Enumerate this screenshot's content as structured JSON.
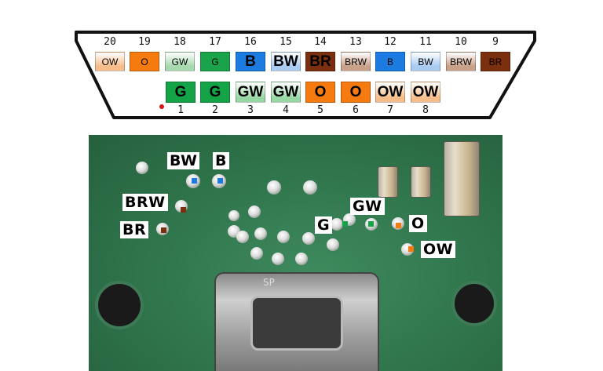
{
  "connector": {
    "top_row": [
      {
        "num": "20",
        "label": "OW",
        "color": "#f6bd8a",
        "style": "small"
      },
      {
        "num": "19",
        "label": "O",
        "color": "#f57a10",
        "style": "small"
      },
      {
        "num": "18",
        "label": "GW",
        "color": "#a7d9ae",
        "style": "small"
      },
      {
        "num": "17",
        "label": "G",
        "color": "#1aa34a",
        "style": "small"
      },
      {
        "num": "16",
        "label": "B",
        "color": "#1b7be0",
        "style": "big"
      },
      {
        "num": "15",
        "label": "BW",
        "color": "#a9cbf2",
        "style": "big"
      },
      {
        "num": "14",
        "label": "BR",
        "color": "#7a300e",
        "style": "big"
      },
      {
        "num": "13",
        "label": "BRW",
        "color": "#c9a189",
        "style": "small"
      },
      {
        "num": "12",
        "label": "B",
        "color": "#1b7be0",
        "style": "small"
      },
      {
        "num": "11",
        "label": "BW",
        "color": "#a9cbf2",
        "style": "small"
      },
      {
        "num": "10",
        "label": "BRW",
        "color": "#c9a189",
        "style": "small"
      },
      {
        "num": "9",
        "label": "BR",
        "color": "#7a300e",
        "style": "small"
      }
    ],
    "bottom_row": [
      {
        "num": "1",
        "label": "G",
        "color": "#14a347"
      },
      {
        "num": "2",
        "label": "G",
        "color": "#14a347"
      },
      {
        "num": "3",
        "label": "GW",
        "color": "#97d7a3"
      },
      {
        "num": "4",
        "label": "GW",
        "color": "#97d7a3"
      },
      {
        "num": "5",
        "label": "O",
        "color": "#f57a10"
      },
      {
        "num": "6",
        "label": "O",
        "color": "#f57a10"
      },
      {
        "num": "7",
        "label": "OW",
        "color": "#f6bd8a"
      },
      {
        "num": "8",
        "label": "OW",
        "color": "#f6bd8a"
      }
    ]
  },
  "board": {
    "labels": [
      {
        "name": "BW",
        "marker": "#1b7be0"
      },
      {
        "name": "B",
        "marker": "#1b7be0"
      },
      {
        "name": "BRW",
        "marker": "#7a300e"
      },
      {
        "name": "BR",
        "marker": "#7a300e"
      },
      {
        "name": "G",
        "marker": "#14a347"
      },
      {
        "name": "GW",
        "marker": "#14a347"
      },
      {
        "name": "O",
        "marker": "#f57a10"
      },
      {
        "name": "OW",
        "marker": "#f57a10"
      }
    ],
    "silkscreen": "SP"
  }
}
